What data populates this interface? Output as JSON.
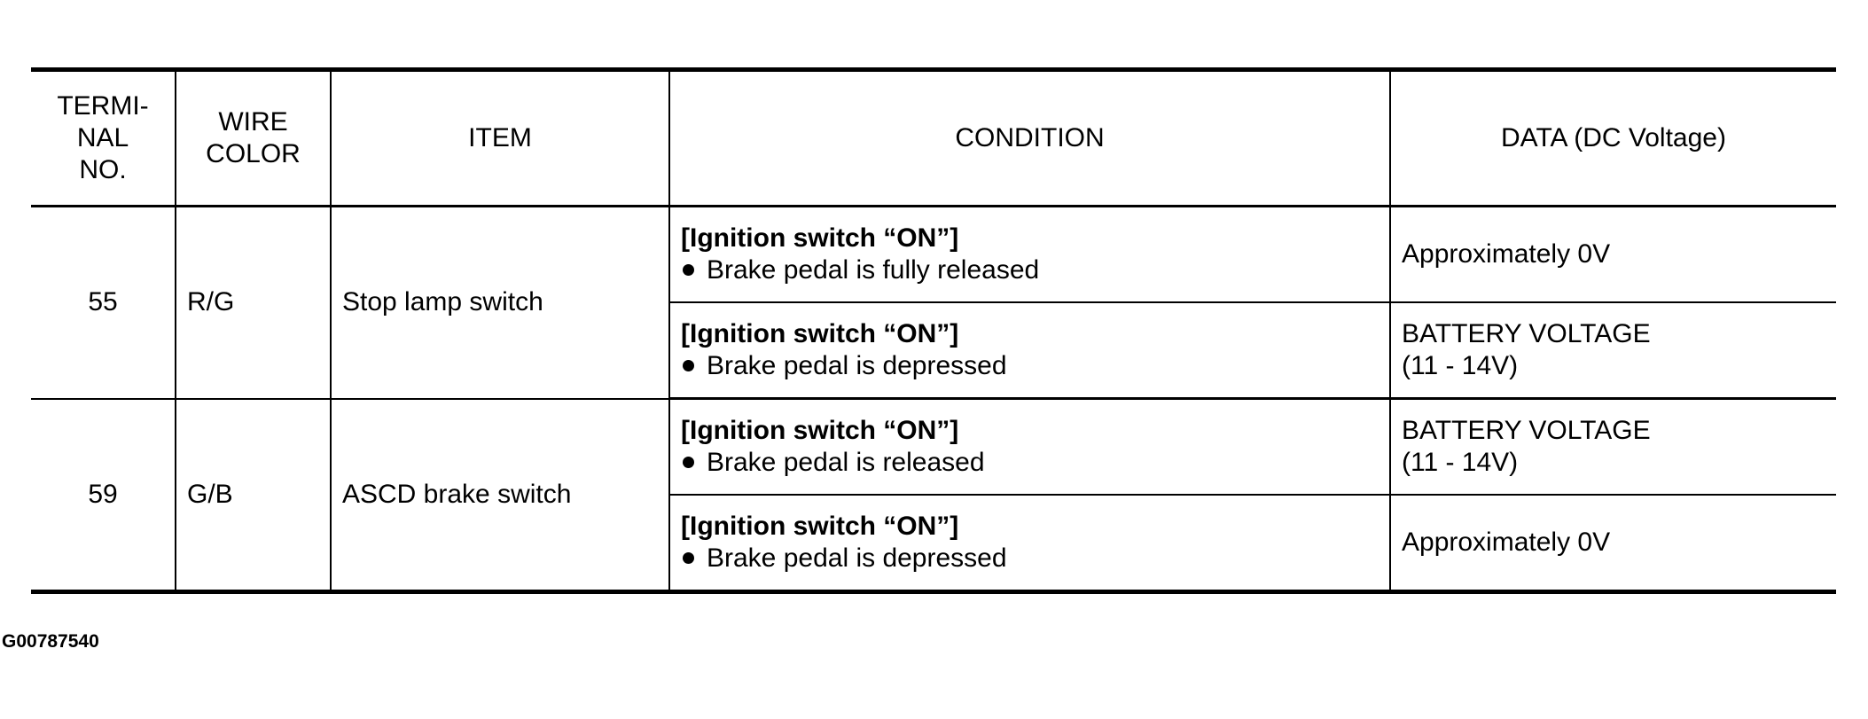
{
  "table": {
    "headers": {
      "terminal_lines": [
        "TERMI-",
        "NAL",
        "NO."
      ],
      "wire_lines": [
        "WIRE",
        "COLOR"
      ],
      "item": "ITEM",
      "condition": "CONDITION",
      "data": "DATA (DC Voltage)"
    },
    "groups": [
      {
        "terminal": "55",
        "wire": "R/G",
        "item": "Stop lamp switch",
        "rows": [
          {
            "condition_head": "[Ignition switch “ON”]",
            "condition_detail": "Brake pedal is fully released",
            "data_lines": [
              "Approximately 0V"
            ]
          },
          {
            "condition_head": "[Ignition switch “ON”]",
            "condition_detail": "Brake pedal is depressed",
            "data_lines": [
              "BATTERY VOLTAGE",
              "(11 - 14V)"
            ]
          }
        ]
      },
      {
        "terminal": "59",
        "wire": "G/B",
        "item": "ASCD brake switch",
        "rows": [
          {
            "condition_head": "[Ignition switch “ON”]",
            "condition_detail": "Brake pedal is released",
            "data_lines": [
              "BATTERY VOLTAGE",
              "(11 - 14V)"
            ]
          },
          {
            "condition_head": "[Ignition switch “ON”]",
            "condition_detail": "Brake pedal is depressed",
            "data_lines": [
              "Approximately 0V"
            ]
          }
        ]
      }
    ]
  },
  "figure_code": "G00787540"
}
